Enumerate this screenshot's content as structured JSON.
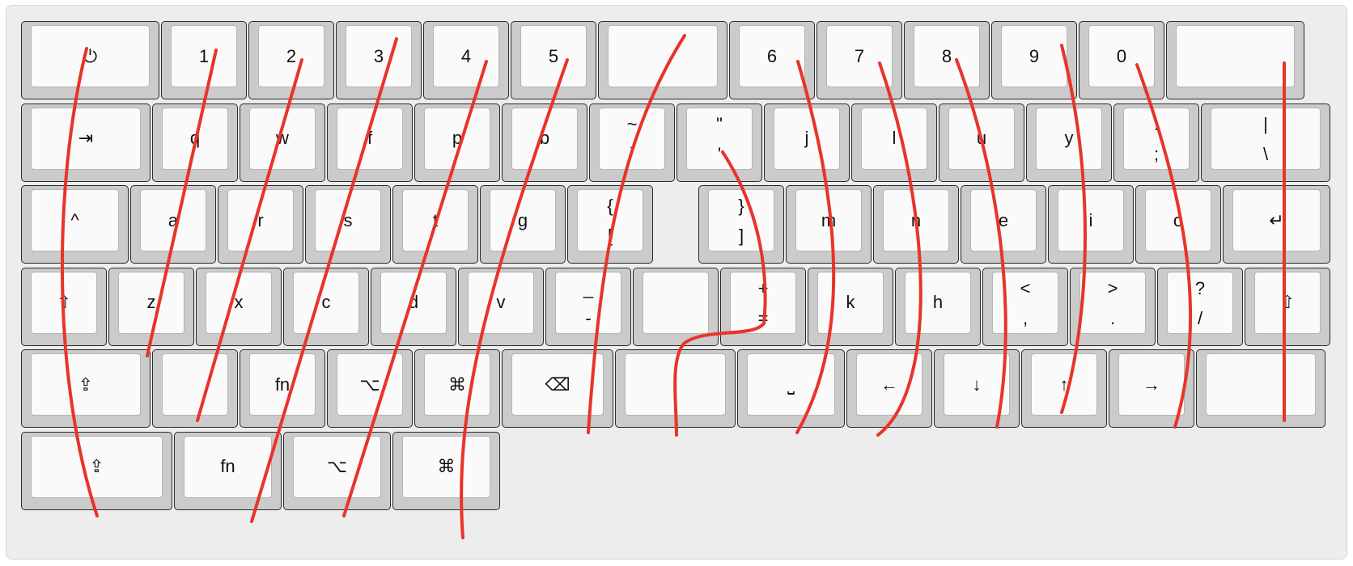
{
  "keyboard": {
    "rows": [
      [
        {
          "id": "power",
          "labels": [
            "⏻"
          ],
          "w": 1.6
        },
        {
          "id": "1",
          "labels": [
            "1"
          ],
          "w": 1
        },
        {
          "id": "2",
          "labels": [
            "2"
          ],
          "w": 1
        },
        {
          "id": "3",
          "labels": [
            "3"
          ],
          "w": 1
        },
        {
          "id": "4",
          "labels": [
            "4"
          ],
          "w": 1
        },
        {
          "id": "5",
          "labels": [
            "5"
          ],
          "w": 1
        },
        {
          "id": "blank-top",
          "labels": [
            ""
          ],
          "w": 1.5
        },
        {
          "id": "6",
          "labels": [
            "6"
          ],
          "w": 1
        },
        {
          "id": "7",
          "labels": [
            "7"
          ],
          "w": 1
        },
        {
          "id": "8",
          "labels": [
            "8"
          ],
          "w": 1
        },
        {
          "id": "9",
          "labels": [
            "9"
          ],
          "w": 1
        },
        {
          "id": "0",
          "labels": [
            "0"
          ],
          "w": 1
        },
        {
          "id": "blank-top-right",
          "labels": [
            ""
          ],
          "w": 1.6
        }
      ],
      [
        {
          "id": "tab",
          "labels": [
            "⇥"
          ],
          "w": 1.5
        },
        {
          "id": "q",
          "labels": [
            "q"
          ],
          "w": 1
        },
        {
          "id": "w",
          "labels": [
            "w"
          ],
          "w": 1
        },
        {
          "id": "f",
          "labels": [
            "f"
          ],
          "w": 1
        },
        {
          "id": "p",
          "labels": [
            "p"
          ],
          "w": 1
        },
        {
          "id": "b",
          "labels": [
            "b"
          ],
          "w": 1
        },
        {
          "id": "tilde",
          "labels": [
            "~",
            "`"
          ],
          "w": 1
        },
        {
          "id": "quote",
          "labels": [
            "\"",
            "'"
          ],
          "w": 1
        },
        {
          "id": "j",
          "labels": [
            "j"
          ],
          "w": 1
        },
        {
          "id": "l",
          "labels": [
            "l"
          ],
          "w": 1
        },
        {
          "id": "u",
          "labels": [
            "u"
          ],
          "w": 1
        },
        {
          "id": "y",
          "labels": [
            "y"
          ],
          "w": 1
        },
        {
          "id": "semicolon",
          "labels": [
            ":",
            ";"
          ],
          "w": 1
        },
        {
          "id": "pipe",
          "labels": [
            "|",
            "\\"
          ],
          "w": 1.5
        }
      ],
      [
        {
          "id": "caret",
          "labels": [
            "^"
          ],
          "w": 1.25
        },
        {
          "id": "a",
          "labels": [
            "a"
          ],
          "w": 1
        },
        {
          "id": "r",
          "labels": [
            "r"
          ],
          "w": 1
        },
        {
          "id": "s",
          "labels": [
            "s"
          ],
          "w": 1
        },
        {
          "id": "t",
          "labels": [
            "t"
          ],
          "w": 1
        },
        {
          "id": "g",
          "labels": [
            "g"
          ],
          "w": 1
        },
        {
          "id": "lbrace",
          "labels": [
            "{",
            "["
          ],
          "w": 1
        },
        {
          "id": "gap",
          "gap": true,
          "w": 0.5
        },
        {
          "id": "rbrace",
          "labels": [
            "}",
            "]"
          ],
          "w": 1
        },
        {
          "id": "m",
          "labels": [
            "m"
          ],
          "w": 1
        },
        {
          "id": "n",
          "labels": [
            "n"
          ],
          "w": 1
        },
        {
          "id": "e",
          "labels": [
            "e"
          ],
          "w": 1
        },
        {
          "id": "i",
          "labels": [
            "i"
          ],
          "w": 1
        },
        {
          "id": "o",
          "labels": [
            "o"
          ],
          "w": 1
        },
        {
          "id": "enter",
          "labels": [
            "↵"
          ],
          "w": 1.25
        }
      ],
      [
        {
          "id": "shift-left",
          "labels": [
            "⇧"
          ],
          "w": 1
        },
        {
          "id": "z",
          "labels": [
            "z"
          ],
          "w": 1
        },
        {
          "id": "x",
          "labels": [
            "x"
          ],
          "w": 1
        },
        {
          "id": "c",
          "labels": [
            "c"
          ],
          "w": 1
        },
        {
          "id": "d",
          "labels": [
            "d"
          ],
          "w": 1
        },
        {
          "id": "v",
          "labels": [
            "v"
          ],
          "w": 1
        },
        {
          "id": "minus",
          "labels": [
            "_",
            "-"
          ],
          "w": 1
        },
        {
          "id": "blank-mid",
          "labels": [
            ""
          ],
          "w": 1
        },
        {
          "id": "plus",
          "labels": [
            "+",
            "="
          ],
          "w": 1
        },
        {
          "id": "k",
          "labels": [
            "k"
          ],
          "w": 1
        },
        {
          "id": "h",
          "labels": [
            "h"
          ],
          "w": 1
        },
        {
          "id": "comma",
          "labels": [
            "<",
            ","
          ],
          "w": 1
        },
        {
          "id": "period",
          "labels": [
            ">",
            "."
          ],
          "w": 1
        },
        {
          "id": "slash",
          "labels": [
            "?",
            "/"
          ],
          "w": 1
        },
        {
          "id": "shift-right",
          "labels": [
            "⇧"
          ],
          "w": 1
        }
      ],
      [
        {
          "id": "shift-lock",
          "labels": [
            "⇪"
          ],
          "w": 1.5
        },
        {
          "id": "blank-bottom-1",
          "labels": [
            ""
          ],
          "w": 1
        },
        {
          "id": "fn",
          "labels": [
            "fn"
          ],
          "w": 1
        },
        {
          "id": "option",
          "labels": [
            "⌥"
          ],
          "w": 1
        },
        {
          "id": "command",
          "labels": [
            "⌘"
          ],
          "w": 1
        },
        {
          "id": "backspace",
          "labels": [
            "⌫"
          ],
          "w": 1.3
        },
        {
          "id": "blank-bottom-2",
          "labels": [
            ""
          ],
          "w": 1.4
        },
        {
          "id": "space",
          "labels": [
            "⎵"
          ],
          "w": 1.25
        },
        {
          "id": "left",
          "labels": [
            "←"
          ],
          "w": 1
        },
        {
          "id": "down",
          "labels": [
            "↓"
          ],
          "w": 1
        },
        {
          "id": "up",
          "labels": [
            "↑"
          ],
          "w": 1
        },
        {
          "id": "right",
          "labels": [
            "→"
          ],
          "w": 1
        },
        {
          "id": "blank-bottom-right",
          "labels": [
            ""
          ],
          "w": 1.5
        }
      ],
      [
        {
          "id": "shift-lock-2",
          "labels": [
            "⇪"
          ],
          "w": 1.75
        },
        {
          "id": "fn-2",
          "labels": [
            "fn"
          ],
          "w": 1.25
        },
        {
          "id": "option-2",
          "labels": [
            "⌥"
          ],
          "w": 1.25
        },
        {
          "id": "command-2",
          "labels": [
            "⌘"
          ],
          "w": 1.25
        }
      ]
    ]
  },
  "colors": {
    "key_border": "#2a2a2a",
    "key_base": "#cbcbcb",
    "key_cap": "#fafafa",
    "trail": "#e8342a"
  }
}
